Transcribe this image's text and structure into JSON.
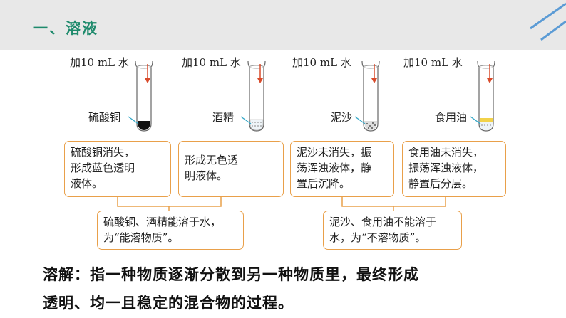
{
  "header": {
    "title": "一、溶液"
  },
  "experiments": [
    {
      "water_label": "加10 mL 水",
      "substance": "硫酸铜",
      "observation": [
        "硫酸铜消失，",
        "形成蓝色透明",
        "液体。"
      ]
    },
    {
      "water_label": "加10 mL 水",
      "substance": "酒精",
      "observation": [
        "形成无色透",
        "明液体。"
      ]
    },
    {
      "water_label": "加10 mL 水",
      "substance": "泥沙",
      "observation": [
        "泥沙未消失，振",
        "荡浑浊液体，静",
        "置后沉降。"
      ]
    },
    {
      "water_label": "加10 mL 水",
      "substance": "食用油",
      "observation": [
        "食用油未消失，",
        "振荡浑浊液体，",
        "静置后分层。"
      ]
    }
  ],
  "conclusions": [
    {
      "lines": [
        "硫酸铜、酒精能溶于水，",
        "为“能溶物质”。"
      ]
    },
    {
      "lines": [
        "泥沙、食用油不能溶于",
        "水，为“不溶物质”。"
      ]
    }
  ],
  "definition": {
    "lines": [
      "溶解：指一种物质逐渐分散到另一种物质里，最终形成",
      "透明、均一且稳定的混合物的过程。"
    ]
  },
  "colors": {
    "title": "#1e8a6c",
    "box_border": "#e9a04a",
    "arrow": "#d94b2b",
    "header_bg": "#e8e8e8"
  }
}
